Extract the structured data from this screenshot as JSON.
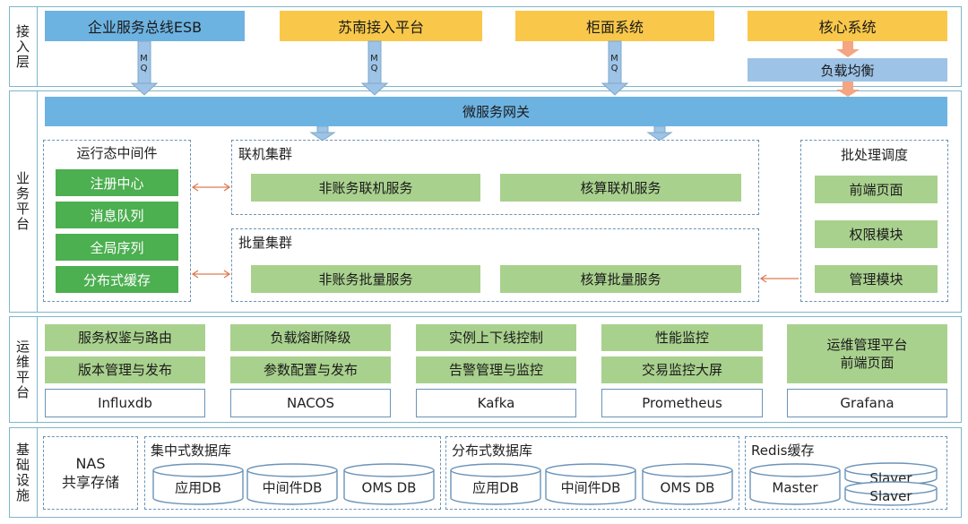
{
  "layers": {
    "access": "接入层",
    "business": "业务平台",
    "ops": "运维平台",
    "infra": "基础设施"
  },
  "access": {
    "esb": "企业服务总线ESB",
    "sunan": "苏南接入平台",
    "counter": "柜面系统",
    "core": "核心系统",
    "lb": "负载均衡",
    "mq": "MQ"
  },
  "business": {
    "gateway": "微服务网关",
    "runtime": {
      "title": "运行态中间件",
      "items": [
        "注册中心",
        "消息队列",
        "全局序列",
        "分布式缓存"
      ]
    },
    "online": {
      "title": "联机集群",
      "items": [
        "非账务联机服务",
        "核算联机服务"
      ]
    },
    "batch": {
      "title": "批量集群",
      "items": [
        "非账务批量服务",
        "核算批量服务"
      ]
    },
    "scheduler": {
      "title": "批处理调度",
      "items": [
        "前端页面",
        "权限模块",
        "管理模块"
      ]
    }
  },
  "ops": {
    "columns": [
      {
        "top": "服务权鉴与路由",
        "mid": "版本管理与发布",
        "tool": "Influxdb"
      },
      {
        "top": "负载熔断降级",
        "mid": "参数配置与发布",
        "tool": "NACOS"
      },
      {
        "top": "实例上下线控制",
        "mid": "告警管理与监控",
        "tool": "Kafka"
      },
      {
        "top": "性能监控",
        "mid": "交易监控大屏",
        "tool": "Prometheus"
      }
    ],
    "platform": {
      "line1": "运维管理平台",
      "line2": "前端页面",
      "tool": "Grafana"
    }
  },
  "infra": {
    "nas": {
      "line1": "NAS",
      "line2": "共享存储"
    },
    "central": {
      "title": "集中式数据库",
      "dbs": [
        "应用DB",
        "中间件DB",
        "OMS DB"
      ]
    },
    "distributed": {
      "title": "分布式数据库",
      "dbs": [
        "应用DB",
        "中间件DB",
        "OMS DB"
      ]
    },
    "redis": {
      "title": "Redis缓存",
      "master": "Master",
      "slaves": [
        "Slaver",
        "Slaver"
      ]
    }
  },
  "colors": {
    "blue": "#6db3e2",
    "yellow": "#f9c84a",
    "light_blue": "#9dc3e6",
    "dark_green": "#4caf50",
    "light_green": "#a9d18e",
    "arrow_orange": "#f4a582",
    "border": "#7fb6c9"
  }
}
